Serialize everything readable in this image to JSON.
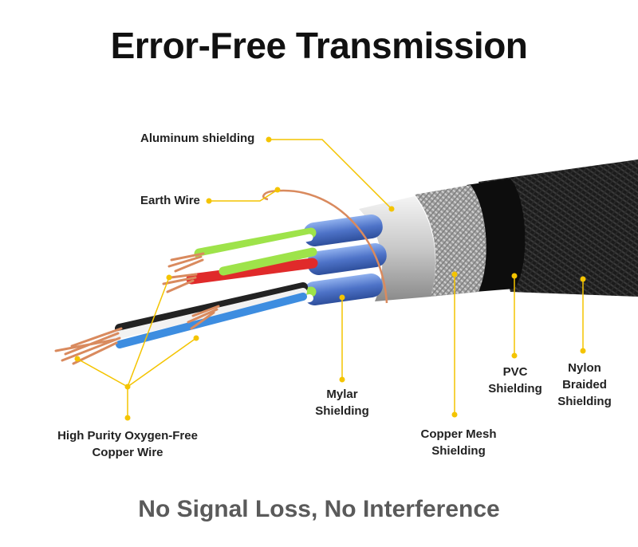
{
  "title": "Error-Free Transmission",
  "footer": "No Signal Loss, No Interference",
  "labels": {
    "aluminum": "Aluminum shielding",
    "earth": "Earth Wire",
    "copper_wire": [
      "High Purity Oxygen-Free",
      "Copper Wire"
    ],
    "mylar": [
      "Mylar",
      "Shielding"
    ],
    "copper_mesh": [
      "Copper Mesh",
      "Shielding"
    ],
    "pvc": [
      "PVC",
      "Shielding"
    ],
    "nylon": [
      "Nylon",
      "Braided",
      "Shielding"
    ]
  },
  "colors": {
    "callout": "#f4c400",
    "braid": "#1b1b1b",
    "pvc": "#0d0d0d",
    "mesh": "#b3b3b3",
    "aluminum": "#d9d9d9",
    "mylar": "#5b7fd0",
    "copper": "#d98a5e"
  }
}
